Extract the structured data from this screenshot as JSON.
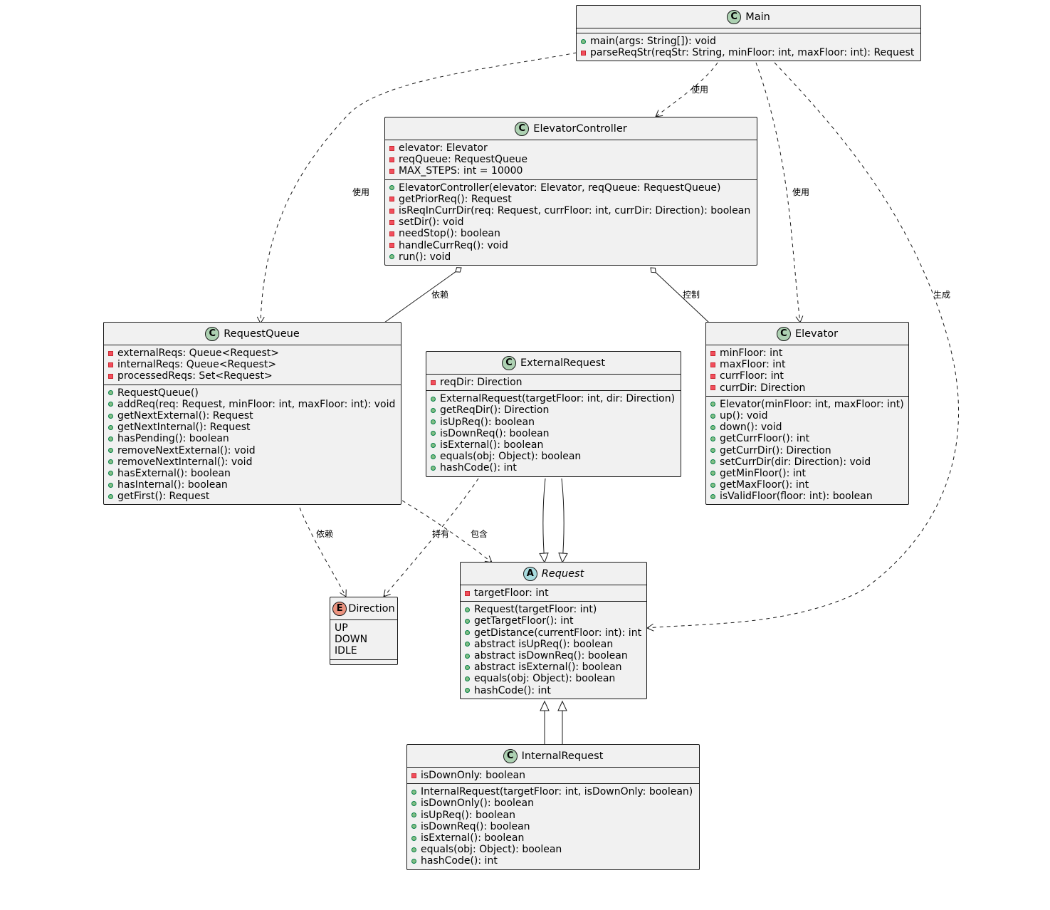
{
  "classes": {
    "main": {
      "stereotype": "C",
      "name": "Main",
      "fields": [],
      "methods": [
        {
          "vis": "public",
          "text": "main(args: String[]): void"
        },
        {
          "vis": "private",
          "text": "parseReqStr(reqStr: String, minFloor: int, maxFloor: int): Request"
        }
      ]
    },
    "controller": {
      "stereotype": "C",
      "name": "ElevatorController",
      "fields": [
        {
          "vis": "private",
          "text": "elevator: Elevator"
        },
        {
          "vis": "private",
          "text": "reqQueue: RequestQueue"
        },
        {
          "vis": "private",
          "text": "MAX_STEPS: int = 10000"
        }
      ],
      "methods": [
        {
          "vis": "public",
          "text": "ElevatorController(elevator: Elevator, reqQueue: RequestQueue)"
        },
        {
          "vis": "private",
          "text": "getPriorReq(): Request"
        },
        {
          "vis": "private",
          "text": "isReqInCurrDir(req: Request, currFloor: int, currDir: Direction): boolean"
        },
        {
          "vis": "private",
          "text": "setDir(): void"
        },
        {
          "vis": "private",
          "text": "needStop(): boolean"
        },
        {
          "vis": "private",
          "text": "handleCurrReq(): void"
        },
        {
          "vis": "public",
          "text": "run(): void"
        }
      ]
    },
    "queue": {
      "stereotype": "C",
      "name": "RequestQueue",
      "fields": [
        {
          "vis": "private",
          "text": "externalReqs: Queue<Request>"
        },
        {
          "vis": "private",
          "text": "internalReqs: Queue<Request>"
        },
        {
          "vis": "private",
          "text": "processedReqs: Set<Request>"
        }
      ],
      "methods": [
        {
          "vis": "public",
          "text": "RequestQueue()"
        },
        {
          "vis": "public",
          "text": "addReq(req: Request, minFloor: int, maxFloor: int): void"
        },
        {
          "vis": "public",
          "text": "getNextExternal(): Request"
        },
        {
          "vis": "public",
          "text": "getNextInternal(): Request"
        },
        {
          "vis": "public",
          "text": "hasPending(): boolean"
        },
        {
          "vis": "public",
          "text": "removeNextExternal(): void"
        },
        {
          "vis": "public",
          "text": "removeNextInternal(): void"
        },
        {
          "vis": "public",
          "text": "hasExternal(): boolean"
        },
        {
          "vis": "public",
          "text": "hasInternal(): boolean"
        },
        {
          "vis": "public",
          "text": "getFirst(): Request"
        }
      ]
    },
    "external": {
      "stereotype": "C",
      "name": "ExternalRequest",
      "fields": [
        {
          "vis": "private",
          "text": "reqDir: Direction"
        }
      ],
      "methods": [
        {
          "vis": "public",
          "text": "ExternalRequest(targetFloor: int, dir: Direction)"
        },
        {
          "vis": "public",
          "text": "getReqDir(): Direction"
        },
        {
          "vis": "public",
          "text": "isUpReq(): boolean"
        },
        {
          "vis": "public",
          "text": "isDownReq(): boolean"
        },
        {
          "vis": "public",
          "text": "isExternal(): boolean"
        },
        {
          "vis": "public",
          "text": "equals(obj: Object): boolean"
        },
        {
          "vis": "public",
          "text": "hashCode(): int"
        }
      ]
    },
    "elevator": {
      "stereotype": "C",
      "name": "Elevator",
      "fields": [
        {
          "vis": "private",
          "text": "minFloor: int"
        },
        {
          "vis": "private",
          "text": "maxFloor: int"
        },
        {
          "vis": "private",
          "text": "currFloor: int"
        },
        {
          "vis": "private",
          "text": "currDir: Direction"
        }
      ],
      "methods": [
        {
          "vis": "public",
          "text": "Elevator(minFloor: int, maxFloor: int)"
        },
        {
          "vis": "public",
          "text": "up(): void"
        },
        {
          "vis": "public",
          "text": "down(): void"
        },
        {
          "vis": "public",
          "text": "getCurrFloor(): int"
        },
        {
          "vis": "public",
          "text": "getCurrDir(): Direction"
        },
        {
          "vis": "public",
          "text": "setCurrDir(dir: Direction): void"
        },
        {
          "vis": "public",
          "text": "getMinFloor(): int"
        },
        {
          "vis": "public",
          "text": "getMaxFloor(): int"
        },
        {
          "vis": "public",
          "text": "isValidFloor(floor: int): boolean"
        }
      ]
    },
    "request": {
      "stereotype": "A",
      "name": "Request",
      "fields": [
        {
          "vis": "private",
          "text": "targetFloor: int"
        }
      ],
      "methods": [
        {
          "vis": "public",
          "text": "Request(targetFloor: int)"
        },
        {
          "vis": "public",
          "text": "getTargetFloor(): int"
        },
        {
          "vis": "public",
          "text": "getDistance(currentFloor: int): int"
        },
        {
          "vis": "public",
          "text": "abstract isUpReq(): boolean"
        },
        {
          "vis": "public",
          "text": "abstract isDownReq(): boolean"
        },
        {
          "vis": "public",
          "text": "abstract isExternal(): boolean"
        },
        {
          "vis": "public",
          "text": "equals(obj: Object): boolean"
        },
        {
          "vis": "public",
          "text": "hashCode(): int"
        }
      ]
    },
    "direction": {
      "stereotype": "E",
      "name": "Direction",
      "values": [
        "UP",
        "DOWN",
        "IDLE"
      ]
    },
    "internal": {
      "stereotype": "C",
      "name": "InternalRequest",
      "fields": [
        {
          "vis": "private",
          "text": "isDownOnly: boolean"
        }
      ],
      "methods": [
        {
          "vis": "public",
          "text": "InternalRequest(targetFloor: int, isDownOnly: boolean)"
        },
        {
          "vis": "public",
          "text": "isDownOnly(): boolean"
        },
        {
          "vis": "public",
          "text": "isUpReq(): boolean"
        },
        {
          "vis": "public",
          "text": "isDownReq(): boolean"
        },
        {
          "vis": "public",
          "text": "isExternal(): boolean"
        },
        {
          "vis": "public",
          "text": "equals(obj: Object): boolean"
        },
        {
          "vis": "public",
          "text": "hashCode(): int"
        }
      ]
    }
  },
  "relations": {
    "main_uses_controller": "使用",
    "main_uses_queue": "使用",
    "main_uses_elevator": "使用",
    "main_creates_request": "生成",
    "controller_depends_queue": "依赖",
    "controller_controls_elevator": "控制",
    "queue_depends_direction": "依赖",
    "queue_contains_request": "包含",
    "external_holds_direction": "持有"
  }
}
